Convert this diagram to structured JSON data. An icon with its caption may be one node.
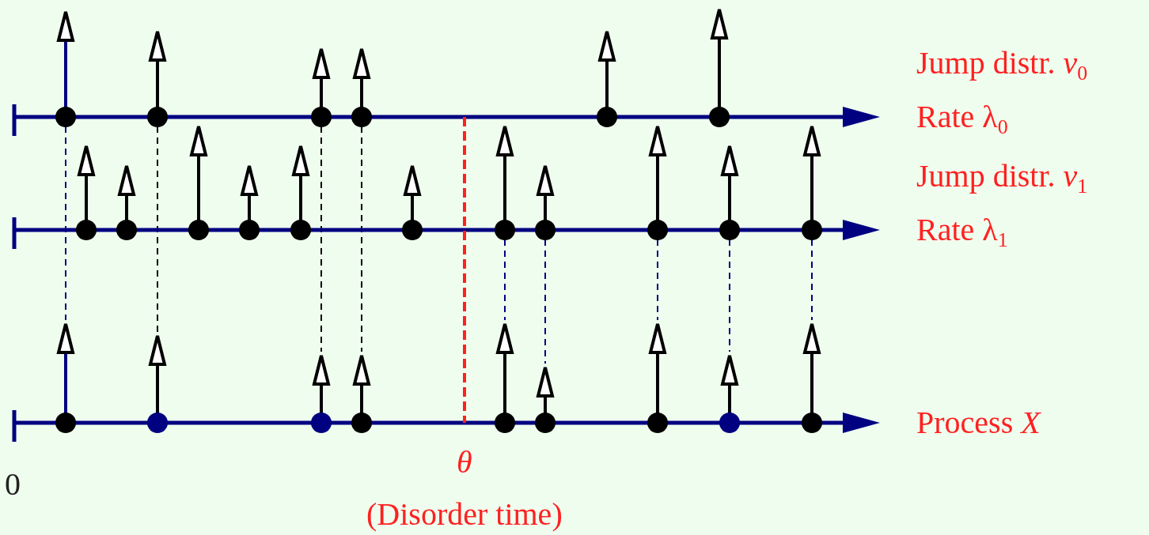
{
  "diagram": {
    "labels": [
      "Jump distr. *ν*$_{0}$",
      "Rate λ$_{0}$",
      "Jump distr. *ν*$_{1}$",
      "Rate λ$_{1}$",
      "Process *X*",
      "*θ*",
      "0",
      "(Disorder time)"
    ]
  }
}
